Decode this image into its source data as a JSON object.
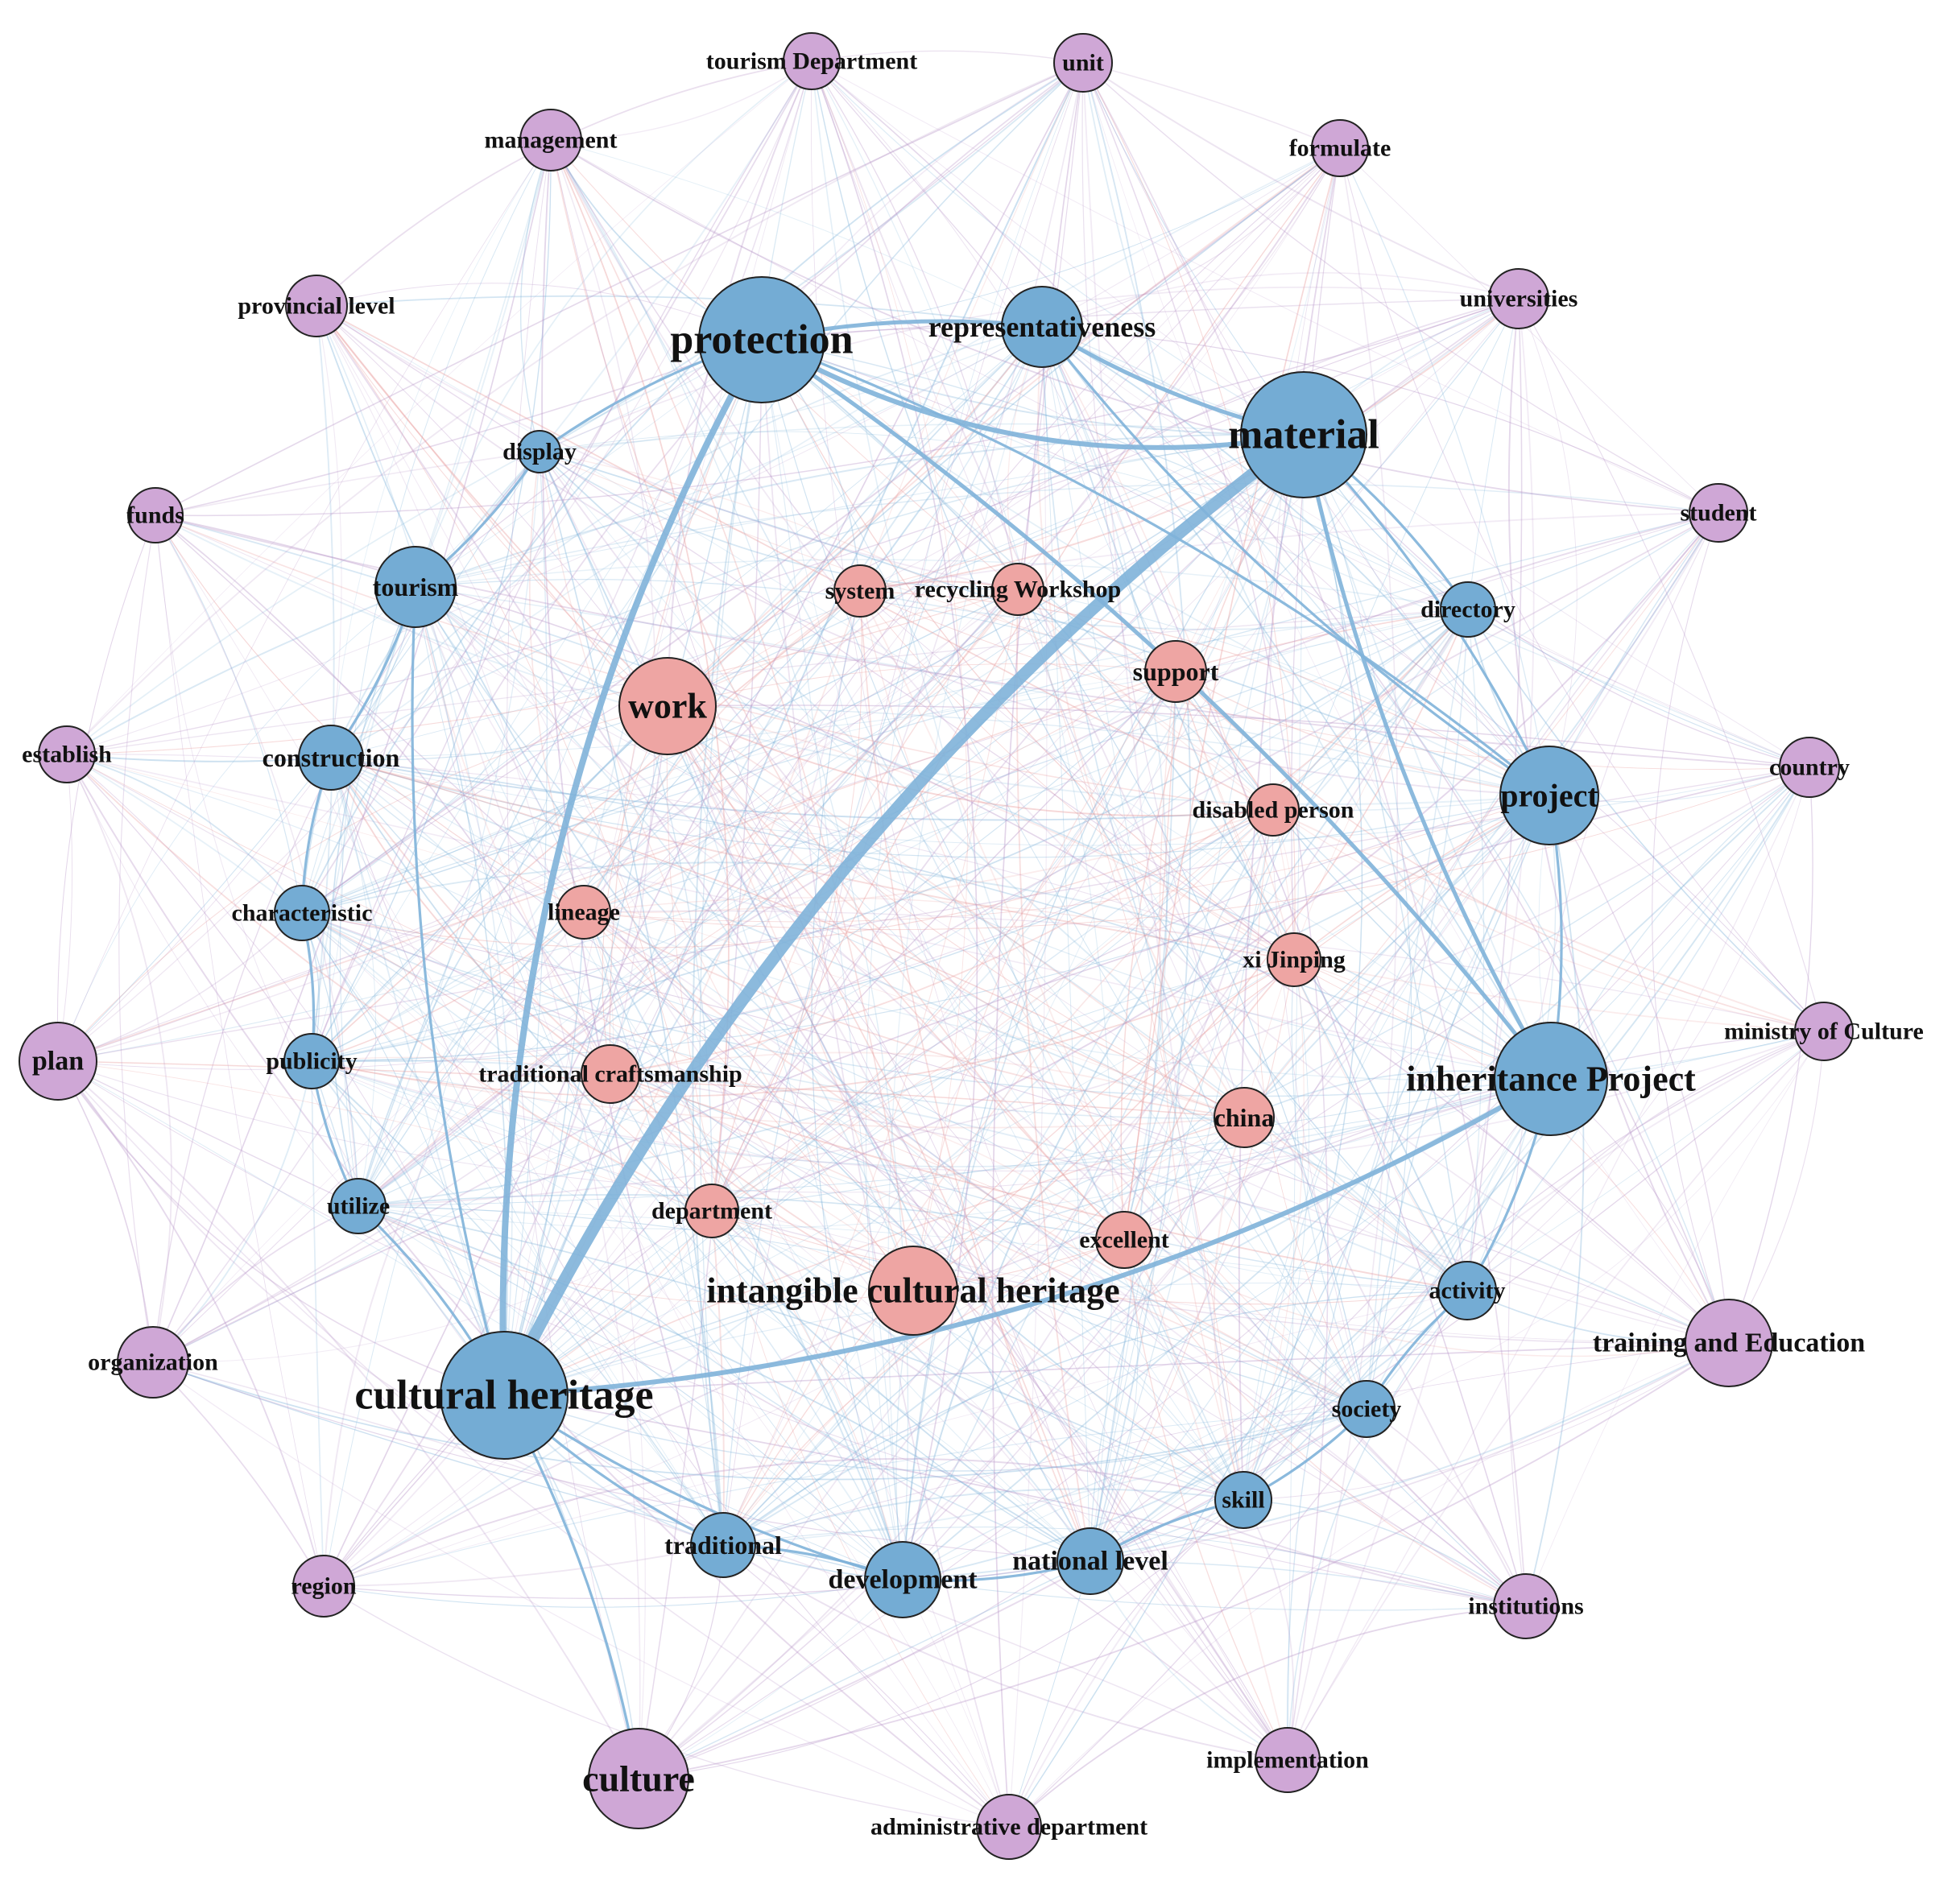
{
  "colors": {
    "blue": "#74acd4",
    "pink": "#eea5a3",
    "purple": "#cfa7d6",
    "edge_blue": "#7fb2d9",
    "edge_purple": "#b896c8",
    "edge_pink": "#e89a9a"
  },
  "nodes": [
    {
      "id": "protection",
      "label": "protection",
      "group": "blue"
    },
    {
      "id": "material",
      "label": "material",
      "group": "blue"
    },
    {
      "id": "cultural_heritage",
      "label": "cultural heritage",
      "group": "blue"
    },
    {
      "id": "inheritance_project",
      "label": "inheritance Project",
      "group": "blue"
    },
    {
      "id": "project",
      "label": "project",
      "group": "blue"
    },
    {
      "id": "representativeness",
      "label": "representativeness",
      "group": "blue"
    },
    {
      "id": "display",
      "label": "display",
      "group": "blue"
    },
    {
      "id": "tourism",
      "label": "tourism",
      "group": "blue"
    },
    {
      "id": "construction",
      "label": "construction",
      "group": "blue"
    },
    {
      "id": "characteristic",
      "label": "characteristic",
      "group": "blue"
    },
    {
      "id": "publicity",
      "label": "publicity",
      "group": "blue"
    },
    {
      "id": "utilize",
      "label": "utilize",
      "group": "blue"
    },
    {
      "id": "traditional",
      "label": "traditional",
      "group": "blue"
    },
    {
      "id": "development",
      "label": "development",
      "group": "blue"
    },
    {
      "id": "national_level",
      "label": "national level",
      "group": "blue"
    },
    {
      "id": "skill",
      "label": "skill",
      "group": "blue"
    },
    {
      "id": "society",
      "label": "society",
      "group": "blue"
    },
    {
      "id": "activity",
      "label": "activity",
      "group": "blue"
    },
    {
      "id": "directory",
      "label": "directory",
      "group": "blue"
    },
    {
      "id": "work",
      "label": "work",
      "group": "pink"
    },
    {
      "id": "system",
      "label": "system",
      "group": "pink"
    },
    {
      "id": "recycling_workshop",
      "label": "recycling Workshop",
      "group": "pink"
    },
    {
      "id": "support",
      "label": "support",
      "group": "pink"
    },
    {
      "id": "disabled_person",
      "label": "disabled person",
      "group": "pink"
    },
    {
      "id": "lineage",
      "label": "lineage",
      "group": "pink"
    },
    {
      "id": "xi_jinping",
      "label": "xi Jinping",
      "group": "pink"
    },
    {
      "id": "traditional_craftsmanship",
      "label": "traditional craftsmanship",
      "group": "pink"
    },
    {
      "id": "china",
      "label": "china",
      "group": "pink"
    },
    {
      "id": "department",
      "label": "department",
      "group": "pink"
    },
    {
      "id": "excellent",
      "label": "excellent",
      "group": "pink"
    },
    {
      "id": "intangible_cultural_heritage",
      "label": "intangible cultural heritage",
      "group": "pink"
    },
    {
      "id": "tourism_department",
      "label": "tourism Department",
      "group": "purple"
    },
    {
      "id": "unit",
      "label": "unit",
      "group": "purple"
    },
    {
      "id": "management",
      "label": "management",
      "group": "purple"
    },
    {
      "id": "formulate",
      "label": "formulate",
      "group": "purple"
    },
    {
      "id": "provincial_level",
      "label": "provincial level",
      "group": "purple"
    },
    {
      "id": "universities",
      "label": "universities",
      "group": "purple"
    },
    {
      "id": "funds",
      "label": "funds",
      "group": "purple"
    },
    {
      "id": "student",
      "label": "student",
      "group": "purple"
    },
    {
      "id": "establish",
      "label": "establish",
      "group": "purple"
    },
    {
      "id": "country",
      "label": "country",
      "group": "purple"
    },
    {
      "id": "plan",
      "label": "plan",
      "group": "purple"
    },
    {
      "id": "ministry_of_culture",
      "label": "ministry of Culture",
      "group": "purple"
    },
    {
      "id": "organization",
      "label": "organization",
      "group": "purple"
    },
    {
      "id": "training_and_education",
      "label": "training and Education",
      "group": "purple"
    },
    {
      "id": "region",
      "label": "region",
      "group": "purple"
    },
    {
      "id": "institutions",
      "label": "institutions",
      "group": "purple"
    },
    {
      "id": "culture",
      "label": "culture",
      "group": "purple"
    },
    {
      "id": "implementation",
      "label": "implementation",
      "group": "purple"
    },
    {
      "id": "administrative_department",
      "label": "administrative department",
      "group": "purple"
    }
  ],
  "strong_edges": [
    [
      "material",
      "cultural_heritage"
    ],
    [
      "protection",
      "cultural_heritage"
    ],
    [
      "protection",
      "material"
    ],
    [
      "protection",
      "representativeness"
    ],
    [
      "representativeness",
      "material"
    ],
    [
      "protection",
      "inheritance_project"
    ],
    [
      "material",
      "inheritance_project"
    ],
    [
      "material",
      "project"
    ],
    [
      "cultural_heritage",
      "inheritance_project"
    ],
    [
      "cultural_heritage",
      "culture"
    ],
    [
      "cultural_heritage",
      "development"
    ],
    [
      "cultural_heritage",
      "tourism"
    ],
    [
      "tourism",
      "display"
    ],
    [
      "tourism",
      "construction"
    ],
    [
      "construction",
      "characteristic"
    ],
    [
      "characteristic",
      "publicity"
    ],
    [
      "publicity",
      "utilize"
    ],
    [
      "utilize",
      "cultural_heritage"
    ],
    [
      "development",
      "national_level"
    ],
    [
      "national_level",
      "skill"
    ],
    [
      "skill",
      "society"
    ],
    [
      "society",
      "activity"
    ],
    [
      "activity",
      "inheritance_project"
    ],
    [
      "project",
      "inheritance_project"
    ],
    [
      "representativeness",
      "project"
    ],
    [
      "protection",
      "project"
    ],
    [
      "protection",
      "display"
    ],
    [
      "traditional",
      "development"
    ],
    [
      "cultural_heritage",
      "traditional"
    ],
    [
      "material",
      "directory"
    ]
  ]
}
